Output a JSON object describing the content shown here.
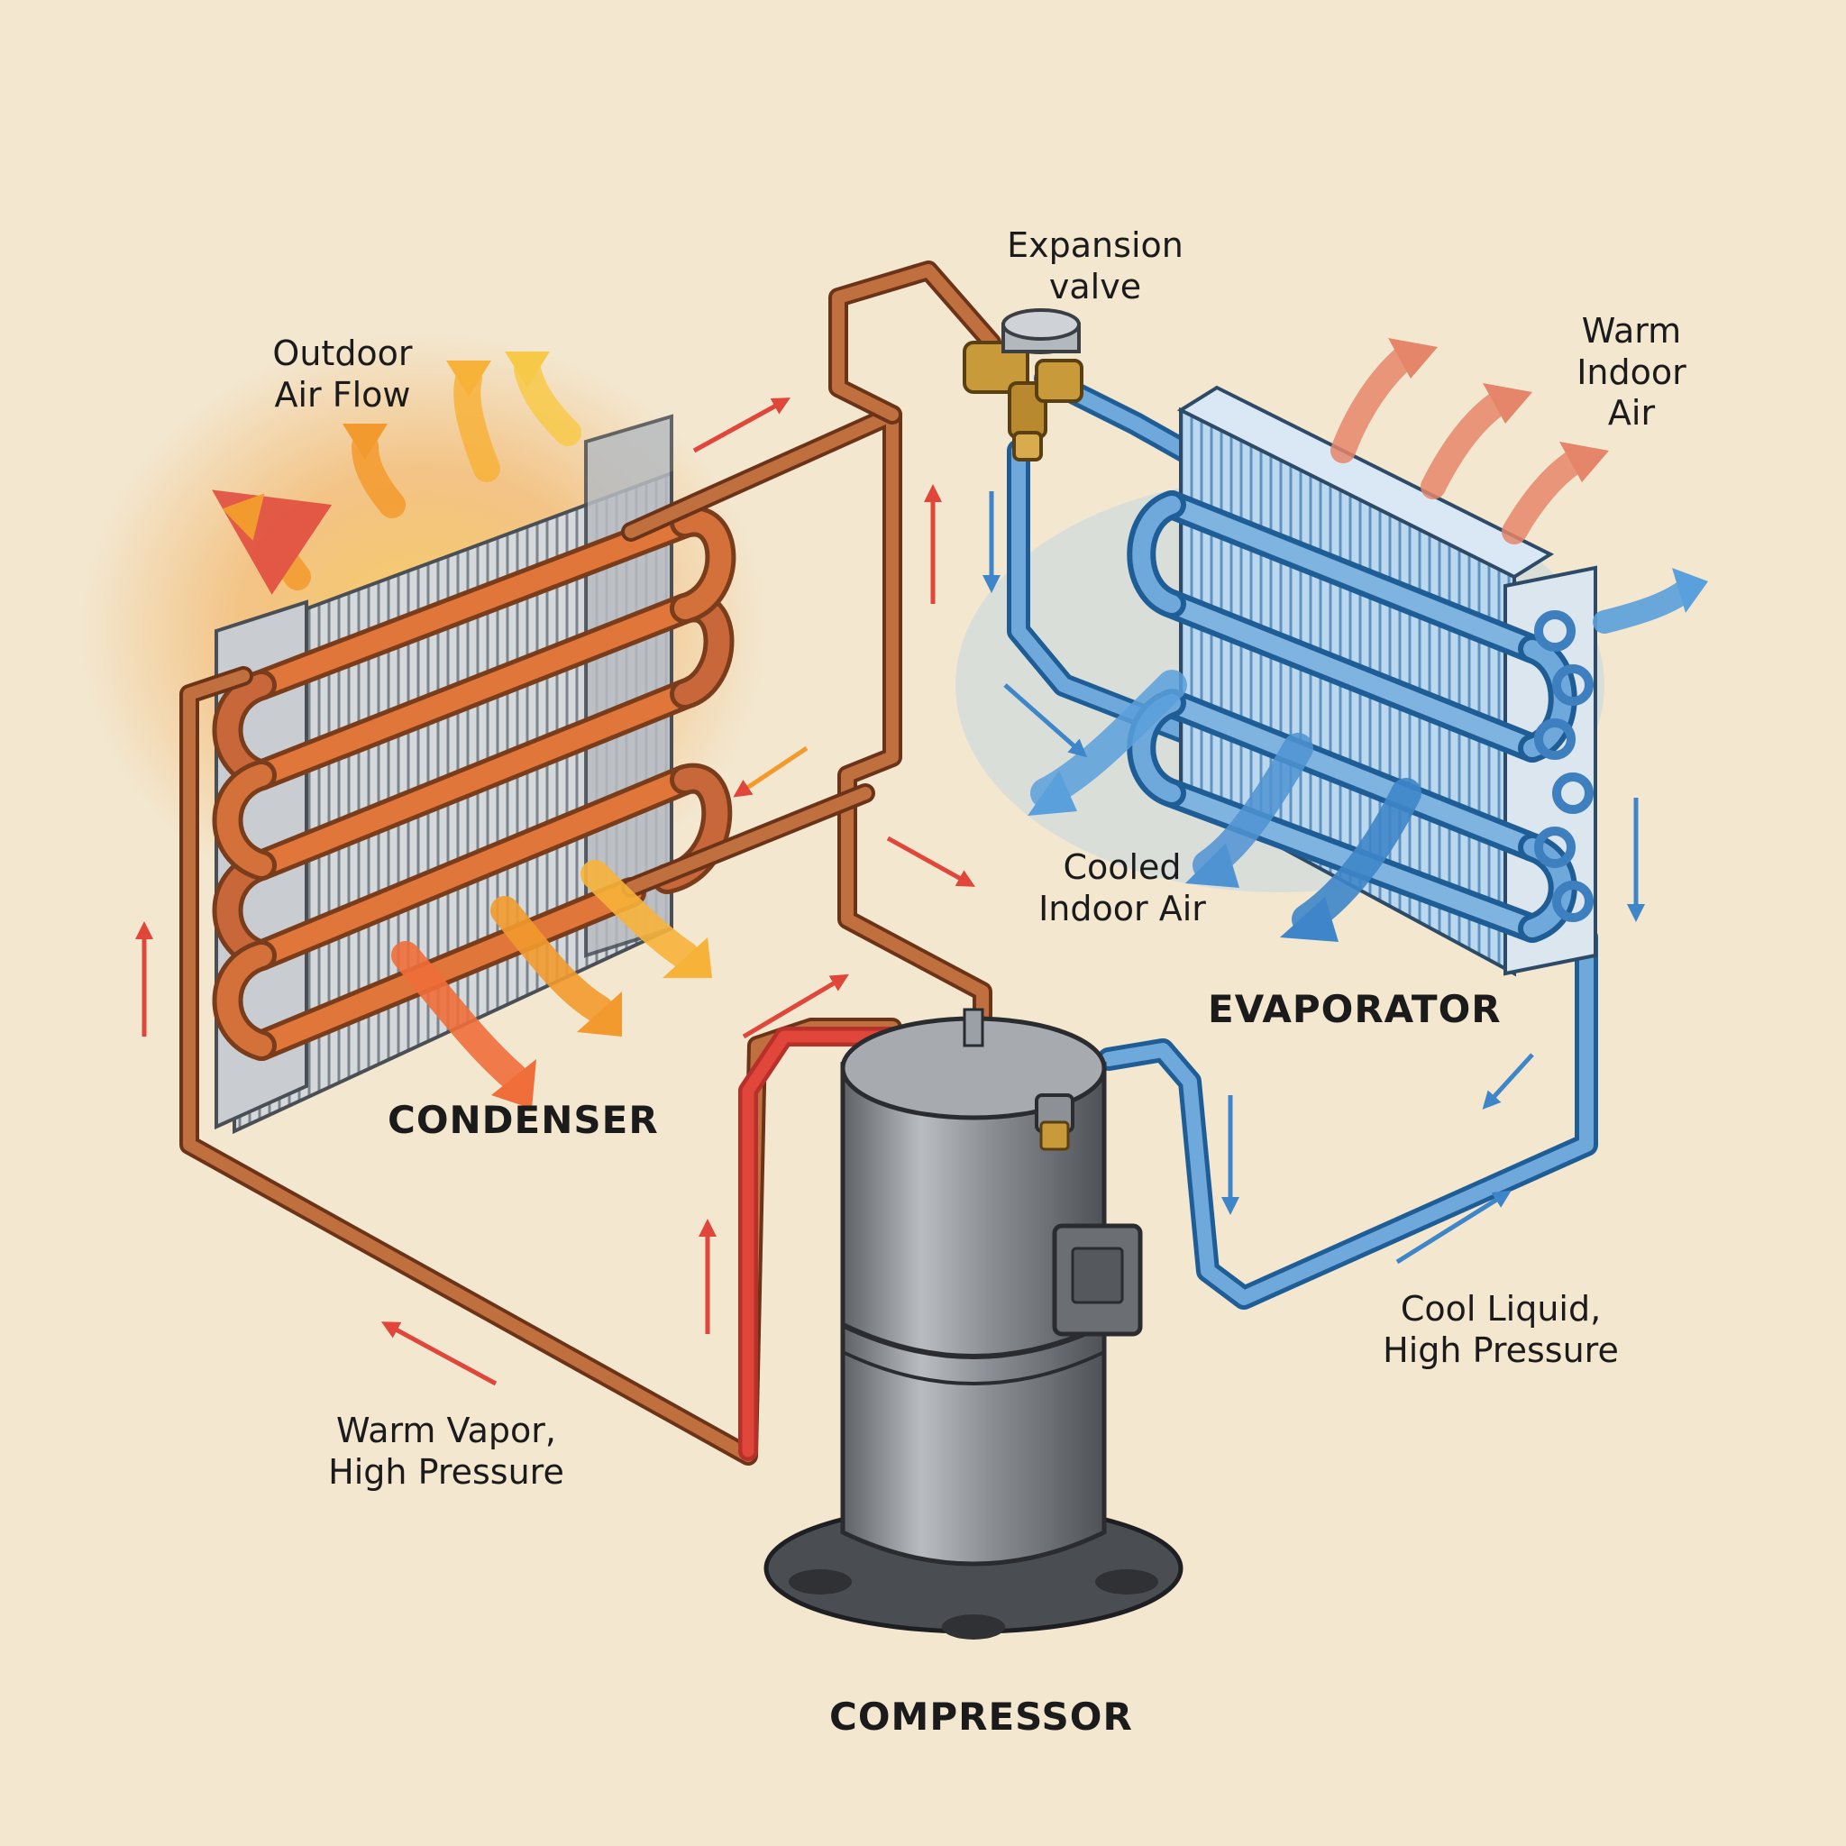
{
  "labels": {
    "expansion_valve": [
      "Expansion",
      "valve"
    ],
    "outdoor_air_flow": [
      "Outdoor",
      "Air Flow"
    ],
    "warm_indoor_air": [
      "Warm",
      "Indoor",
      "Air"
    ],
    "cooled_indoor_air": [
      "Cooled",
      "Indoor Air"
    ],
    "evaporator": "EVAPORATOR",
    "condenser": "CONDENSER",
    "compressor": "COMPRESSOR",
    "cool_liquid": [
      "Cool Liquid,",
      "High Pressure"
    ],
    "warm_vapor": [
      "Warm Vapor,",
      "High Pressure"
    ]
  },
  "colors": {
    "paper": "#f3e7d0",
    "copper": "#c0703e",
    "copper_dark": "#7a3d1c",
    "hot_red": "#e0463a",
    "cold_blue": "#4f93d2",
    "cold_blue_dark": "#1f5d96",
    "warm_orange": "#f39a2e",
    "warm_yellow": "#f7c948",
    "fin_grey": "#9aa3ab",
    "steel": "#8d9196",
    "brass": "#c99a3a"
  }
}
